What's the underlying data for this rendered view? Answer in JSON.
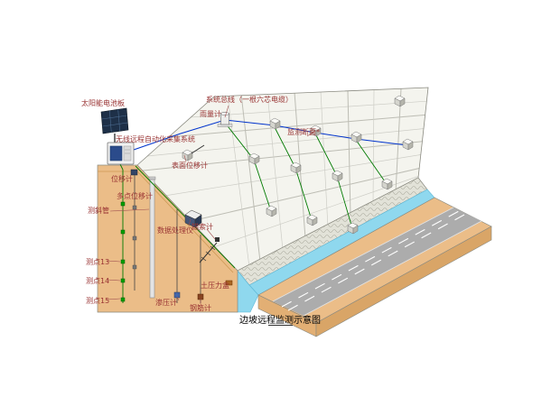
{
  "colors": {
    "earth": "#EBBD88",
    "earth-dark": "#D9A567",
    "earth-side": "#E2AF74",
    "slope": "#F4F4EE",
    "grid-line": "#CDCDC6",
    "wall": "#E2E2D8",
    "wall-hatch": "#A9A99C",
    "channel": "#8FD8EE",
    "channel-edge": "#5BB8D8",
    "road": "#ACACAC",
    "road-line": "#FFFFFF",
    "cable-green": "#007A00",
    "cable-blue": "#0033CC",
    "outline": "#8A8A80",
    "label": "#993333",
    "caption": "#000000"
  },
  "labels": {
    "solar_panel": "太阳能电池板",
    "system_bus": "系统总线（一根六芯电缆）",
    "rain_gauge": "雨量计",
    "monitoring_section": "监测断面*",
    "wireless_system": "无线远程自动化采集系统",
    "surface_displacement": "表面位移计",
    "displacement": "位移计",
    "multipoint_displacement": "多点位移计",
    "inclinometer_tube": "测斜管",
    "data_processor": "数据处理仪",
    "anchor_meter": "锚索计",
    "point_13": "测点13",
    "point_14": "测点14",
    "point_15": "测点15",
    "seepage_meter": "渗压计",
    "earth_pressure_box": "土压力盒",
    "rebar_meter": "钢筋计"
  },
  "caption": "边坡远程监测示意图"
}
